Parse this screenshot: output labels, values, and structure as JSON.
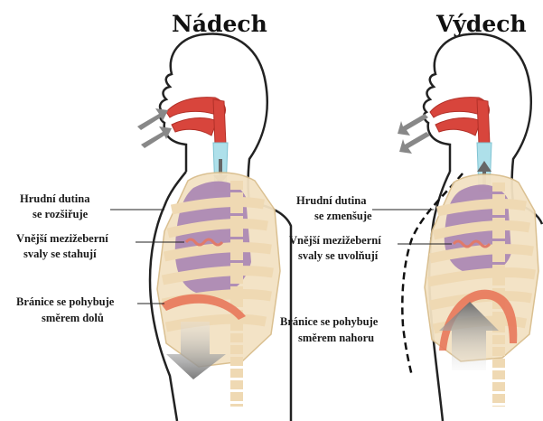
{
  "panels": {
    "inhale": {
      "title": "Nádech",
      "labels": {
        "cavity": [
          "Hrudní dutina",
          "se rozšiřuje"
        ],
        "muscles": [
          "Vnější mezižeberní",
          "svaly se stahují"
        ],
        "diaphragm": [
          "Bránice se pohybuje",
          "směrem dolů"
        ]
      }
    },
    "exhale": {
      "title": "Výdech",
      "labels": {
        "cavity": [
          "Hrudní dutina",
          "se zmenšuje"
        ],
        "muscles": [
          "Vnější mezižeberní",
          "svaly se uvolňují"
        ],
        "diaphragm": [
          "Bránice se pohybuje",
          "směrem nahoru"
        ]
      }
    }
  },
  "colors": {
    "outline": "#222222",
    "rib": "#efd9b3",
    "rib_stroke": "#d9bd8c",
    "lung": "#a884b3",
    "airway_red": "#d8453c",
    "trachea": "#aee0ea",
    "diaphragm": "#e8775a",
    "arrow_grey": "#8a8a8a"
  }
}
